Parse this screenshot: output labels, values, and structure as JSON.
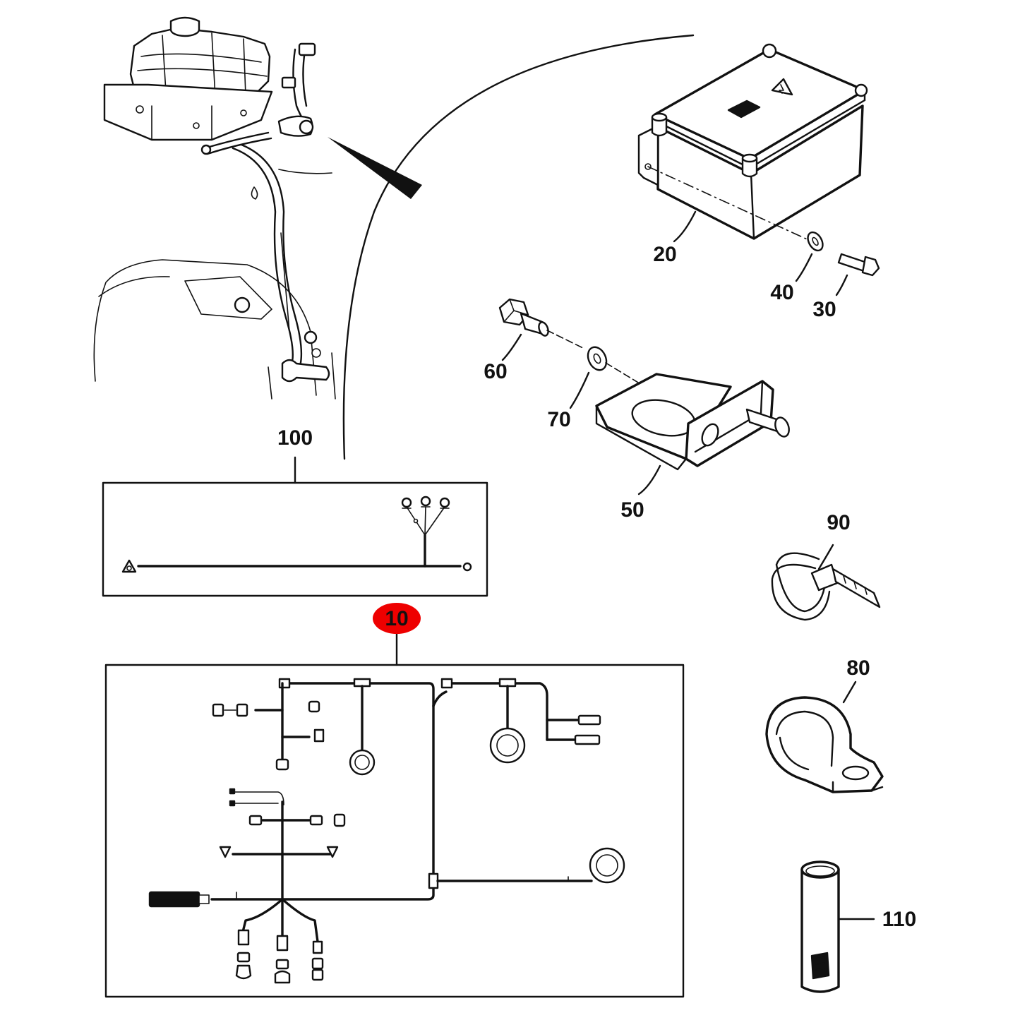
{
  "colors": {
    "line": "#111111",
    "background": "#ffffff",
    "highlight": "#ee0000",
    "shade": "#d8d8d8"
  },
  "callouts": [
    {
      "id": "10",
      "label": "10",
      "highlighted": true
    },
    {
      "id": "20",
      "label": "20"
    },
    {
      "id": "30",
      "label": "30"
    },
    {
      "id": "40",
      "label": "40"
    },
    {
      "id": "50",
      "label": "50"
    },
    {
      "id": "60",
      "label": "60"
    },
    {
      "id": "70",
      "label": "70"
    },
    {
      "id": "80",
      "label": "80"
    },
    {
      "id": "90",
      "label": "90"
    },
    {
      "id": "100",
      "label": "100"
    },
    {
      "id": "110",
      "label": "110"
    }
  ],
  "icons": [
    "warning-triangle-icon",
    "ground-terminal-icon",
    "ring-terminal-icon",
    "round-connector-icon",
    "plug-connector-icon"
  ]
}
